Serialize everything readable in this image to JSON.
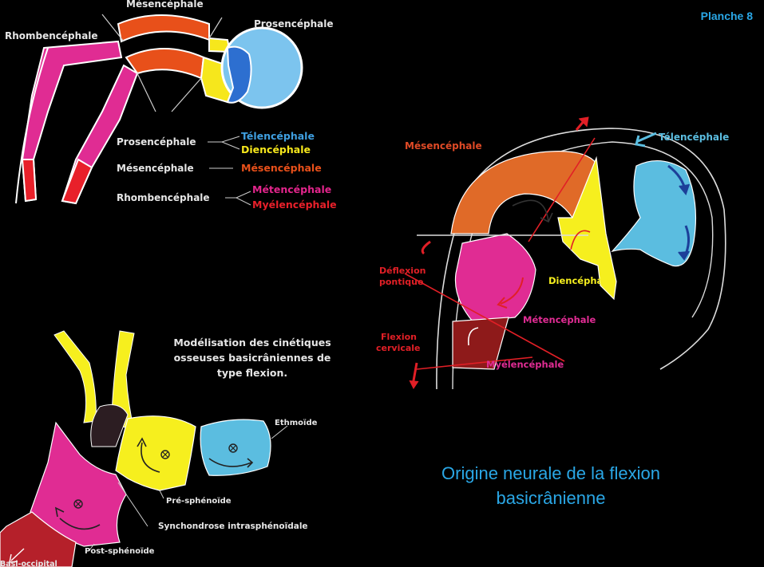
{
  "header": {
    "planche": "Planche 8"
  },
  "caption": {
    "line1": "Origine neurale de la flexion",
    "line2": "basicrânienne"
  },
  "panel_a": {
    "labels": {
      "mesencephale_top": "Mésencéphale",
      "prosencephale_top": "Prosencéphale",
      "rhombencephale_top": "Rhombencéphale"
    },
    "legend": [
      {
        "group": "Prosencéphale",
        "subs": [
          "Télencéphale",
          "Diencéphale"
        ],
        "colors": [
          "#3f9fe0",
          "#f6e71c"
        ]
      },
      {
        "group": "Mésencéphale",
        "subs": [
          "Mésencéphale"
        ],
        "colors": [
          "#e8501a"
        ]
      },
      {
        "group": "Rhombencéphale",
        "subs": [
          "Métencéphale",
          "Myélencéphale"
        ],
        "colors": [
          "#e3258c",
          "#e8202a"
        ]
      }
    ]
  },
  "panel_b": {
    "labels": {
      "mesencephale": "Mésencéphale",
      "telencephale": "Télencéphale",
      "diencephale": "Diencéphale",
      "metencephale": "Métencéphale",
      "myelencephale": "Myélencéphale",
      "deflexion_1": "Déflexion",
      "deflexion_2": "pontique",
      "flexion_1": "Flexion",
      "flexion_2": "cervicale"
    }
  },
  "panel_c": {
    "title": [
      "Modélisation des cinétiques",
      "osseuses basicrâniennes de",
      "type flexion."
    ],
    "labels": {
      "ethmoide": "Ethmoïde",
      "pre_sphenoide": "Pré-sphénoïde",
      "synchondrose": "Synchondrose intrasphénoïdale",
      "post_sphenoide": "Post-sphénoïde",
      "basi_occipital": "Basi-occipital"
    }
  },
  "colors": {
    "telencephale": "#5bbde0",
    "diencephale": "#f6ef1e",
    "mesencephale": "#e06a28",
    "metencephale": "#e02c93",
    "myelencephale": "#8e1a1a",
    "caption": "#2aa7e6",
    "arrow_red": "#e11f26"
  }
}
